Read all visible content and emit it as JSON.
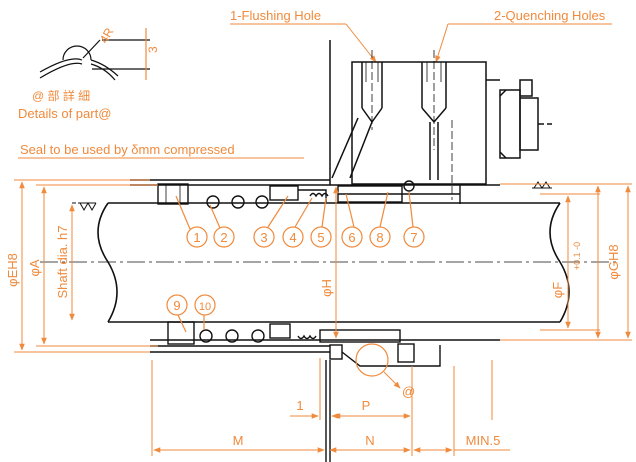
{
  "colors": {
    "accent": "#f08a3c",
    "line": "#111111",
    "bg": "#ffffff"
  },
  "callouts": {
    "flushing": "1-Flushing Hole",
    "quenching": "2-Quenching Holes"
  },
  "detail": {
    "radius": "4R",
    "height": "3",
    "jp": "@ 部 詳 細",
    "en": "Details of part@",
    "marker": "@"
  },
  "note": "Seal to be used by δmm compressed",
  "parts": [
    "1",
    "2",
    "3",
    "4",
    "5",
    "6",
    "8",
    "7",
    "9",
    "10"
  ],
  "dims": {
    "phi_eh8": "φEH8",
    "phi_a": "φA",
    "shaft": "Shaft dia. h7",
    "phi_h": "φH",
    "phi_f": "φF",
    "phi_f_tol": "+0.1 -0",
    "phi_gh8": "φGH8",
    "one": "1",
    "p": "P",
    "m": "M",
    "n": "N",
    "min5": "MIN.5"
  }
}
